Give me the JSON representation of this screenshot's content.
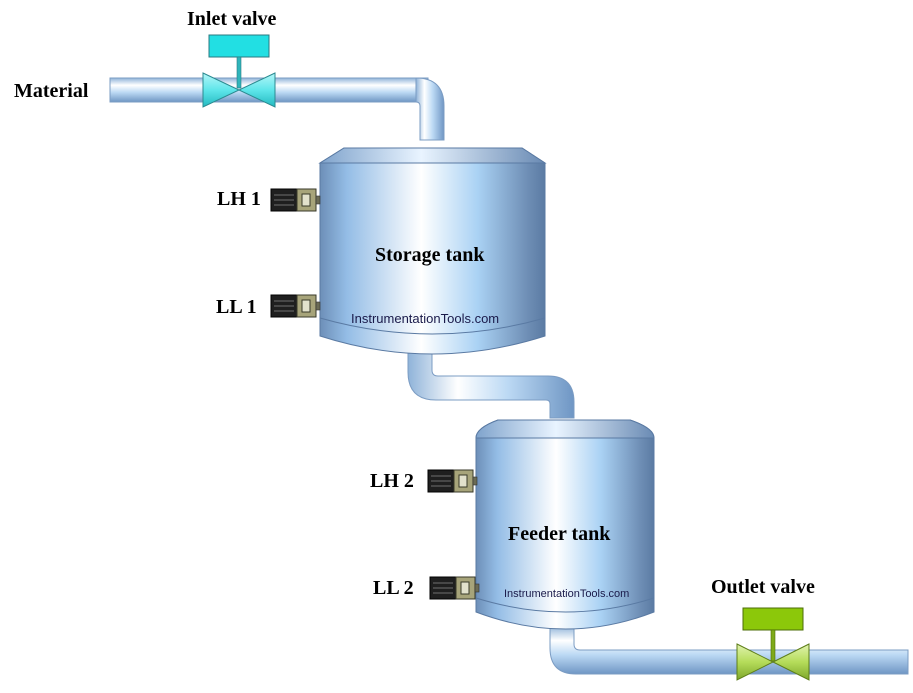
{
  "labels": {
    "material": "Material",
    "inlet_valve": "Inlet valve",
    "outlet_valve": "Outlet valve",
    "storage_tank": "Storage tank",
    "feeder_tank": "Feeder tank",
    "lh1": "LH 1",
    "ll1": "LL 1",
    "lh2": "LH 2",
    "ll2": "LL 2"
  },
  "watermarks": {
    "storage": "InstrumentationTools.com",
    "feeder": "InstrumentationTools.com"
  },
  "colors": {
    "inlet_valve_actuator": "#22dfe3",
    "inlet_valve_body": "#5fe6ea",
    "outlet_valve_actuator": "#8cc80a",
    "outlet_valve_body": "#b5dc5a",
    "tank_body": "#a9d2f2",
    "pipe": "#bfdcf5"
  },
  "icons": {
    "inlet_valve": "valve-icon",
    "outlet_valve": "valve-icon",
    "level_switch": "level-switch-icon"
  }
}
